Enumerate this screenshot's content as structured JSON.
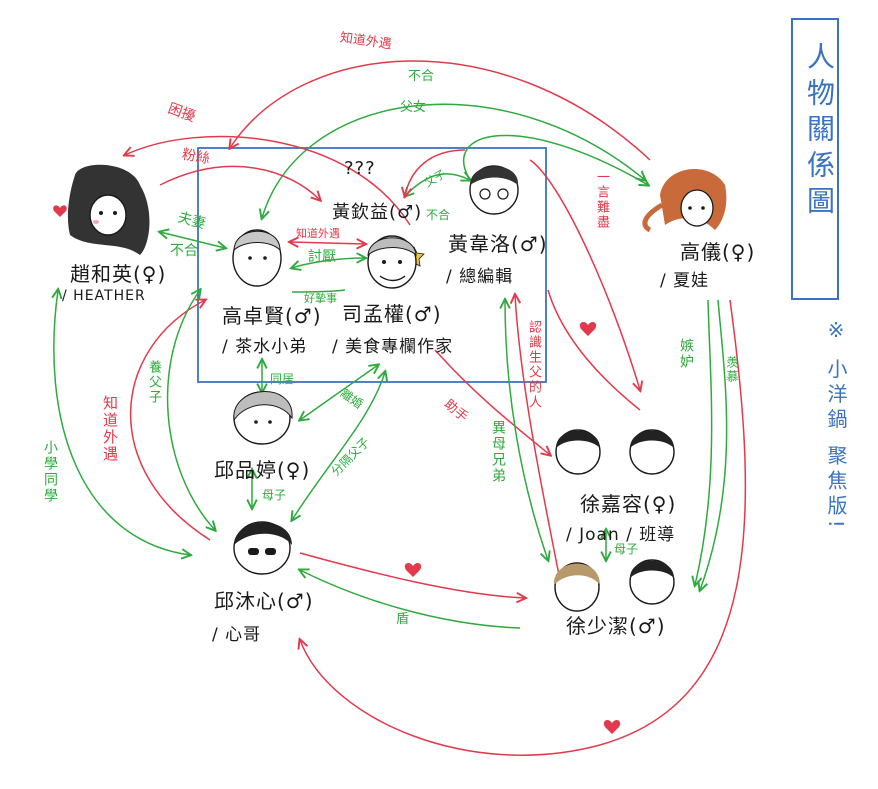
{
  "title": "人物關係圖",
  "credit": "※ 小洋鍋 聚焦版!",
  "characters": {
    "zhao": {
      "name": "趙和英(♀)",
      "role": "/ HEATHER"
    },
    "gao_zx": {
      "name": "高卓賢(♂)",
      "role": "/ 茶水小弟"
    },
    "si": {
      "name": "司孟權(♂)",
      "role": "/ 美食專欄作家"
    },
    "huang_q": {
      "name": "黃欽益(♂)",
      "unknown": "???"
    },
    "huang_w": {
      "name": "黃韋洛(♂)",
      "role": "/ 總編輯"
    },
    "gao_y": {
      "name": "高儀(♀)",
      "role": "/ 夏娃"
    },
    "qiu_p": {
      "name": "邱品婷(♀)"
    },
    "qiu_m": {
      "name": "邱沐心(♂)",
      "role": "/ 心哥"
    },
    "xu_j": {
      "name": "徐嘉容(♀)",
      "role": "/ Joan / 班導"
    },
    "xu_s": {
      "name": "徐少潔(♂)"
    }
  },
  "labels": {
    "knows_affair_top": "知道外遇",
    "not_getting_along_top": "不合",
    "father_daughter_top": "父女",
    "trouble": "困擾",
    "fan": "粉絲",
    "husband_wife": "夫妻",
    "not_getting_along_zhao": "不合",
    "knows_affair_mid": "知道外遇",
    "dislike": "討厭",
    "likes": "好摯事",
    "father_son": "父子",
    "not_getting_along_hh": "不合",
    "one_word": "一言難盡",
    "cohabit": "同居",
    "foster_father": "養父子",
    "knows_affair_left": "知道外遇",
    "divorced": "離婚",
    "jealous": "嫉妒",
    "admire": "羡慕",
    "recognize_father": "認識生父的人",
    "half_brother": "異母兄弟",
    "help": "助手",
    "elem_classmate": "小學同學",
    "mother_son_qiu": "母子",
    "fake_father_son": "分隔父子",
    "mother_son_xu": "母子",
    "shield": "盾"
  },
  "colors": {
    "red": "#e23a4c",
    "green": "#2faa3e",
    "blue": "#3a73c2",
    "ink": "#1a1a1a"
  }
}
